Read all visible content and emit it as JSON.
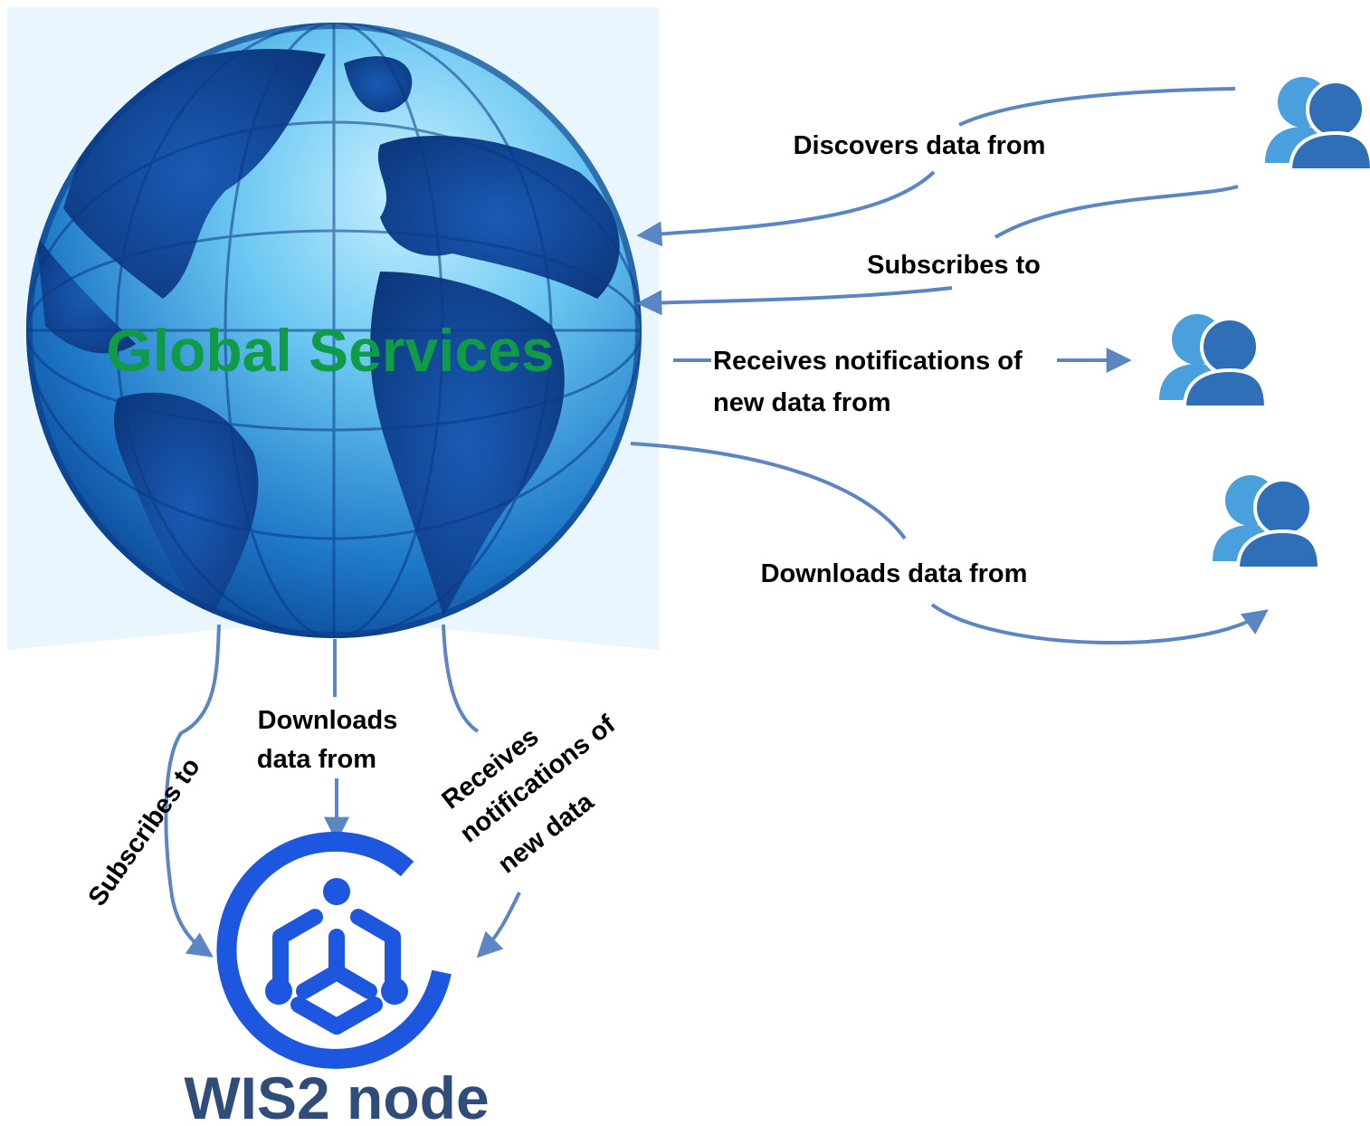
{
  "diagram": {
    "title": "Global Services",
    "node_label": "WIS2 node",
    "colors": {
      "title_green": "#0f9b47",
      "node_blue": "#1d57e0",
      "node_label": "#2f4d78",
      "arrow": "#5b86c3",
      "user_front": "#2f6fb8",
      "user_back": "#4aa0dc",
      "globe_dark": "#0b3f94",
      "globe_light": "#8fd6f6"
    },
    "icons": [
      "globe-icon",
      "users-icon",
      "users-icon",
      "users-icon",
      "wis2-node-icon"
    ],
    "user_edges": [
      {
        "lines": [
          "Discovers data from"
        ]
      },
      {
        "lines": [
          "Subscribes to"
        ]
      },
      {
        "lines": [
          "Receives notifications of",
          "new data from"
        ]
      },
      {
        "lines": [
          "Downloads data from"
        ]
      }
    ],
    "node_edges": [
      {
        "lines": [
          "Subscribes to"
        ]
      },
      {
        "lines": [
          "Downloads",
          "data from"
        ]
      },
      {
        "lines": [
          "Receives",
          "notifications of",
          "new data"
        ]
      }
    ]
  }
}
